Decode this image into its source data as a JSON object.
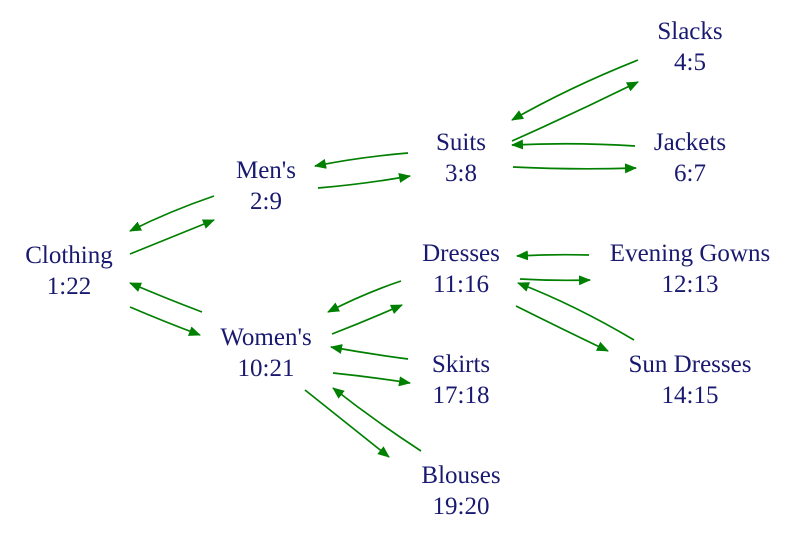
{
  "colors": {
    "node_text": "#191970",
    "edge": "#008000",
    "background": "#ffffff"
  },
  "nodes": [
    {
      "id": "clothing",
      "name": "Clothing",
      "value": "1:22"
    },
    {
      "id": "mens",
      "name": "Men's",
      "value": "2:9"
    },
    {
      "id": "suits",
      "name": "Suits",
      "value": "3:8"
    },
    {
      "id": "slacks",
      "name": "Slacks",
      "value": "4:5"
    },
    {
      "id": "jackets",
      "name": "Jackets",
      "value": "6:7"
    },
    {
      "id": "womens",
      "name": "Women's",
      "value": "10:21"
    },
    {
      "id": "dresses",
      "name": "Dresses",
      "value": "11:16"
    },
    {
      "id": "evening-gowns",
      "name": "Evening Gowns",
      "value": "12:13"
    },
    {
      "id": "sun-dresses",
      "name": "Sun Dresses",
      "value": "14:15"
    },
    {
      "id": "skirts",
      "name": "Skirts",
      "value": "17:18"
    },
    {
      "id": "blouses",
      "name": "Blouses",
      "value": "19:20"
    }
  ],
  "edges": [
    {
      "from": "clothing",
      "to": "mens"
    },
    {
      "from": "mens",
      "to": "clothing"
    },
    {
      "from": "mens",
      "to": "suits"
    },
    {
      "from": "suits",
      "to": "mens"
    },
    {
      "from": "suits",
      "to": "slacks"
    },
    {
      "from": "slacks",
      "to": "suits"
    },
    {
      "from": "suits",
      "to": "jackets"
    },
    {
      "from": "jackets",
      "to": "suits"
    },
    {
      "from": "clothing",
      "to": "womens"
    },
    {
      "from": "womens",
      "to": "clothing"
    },
    {
      "from": "womens",
      "to": "dresses"
    },
    {
      "from": "dresses",
      "to": "womens"
    },
    {
      "from": "dresses",
      "to": "evening-gowns"
    },
    {
      "from": "evening-gowns",
      "to": "dresses"
    },
    {
      "from": "dresses",
      "to": "sun-dresses"
    },
    {
      "from": "sun-dresses",
      "to": "dresses"
    },
    {
      "from": "womens",
      "to": "skirts"
    },
    {
      "from": "skirts",
      "to": "womens"
    },
    {
      "from": "womens",
      "to": "blouses"
    },
    {
      "from": "blouses",
      "to": "womens"
    }
  ]
}
